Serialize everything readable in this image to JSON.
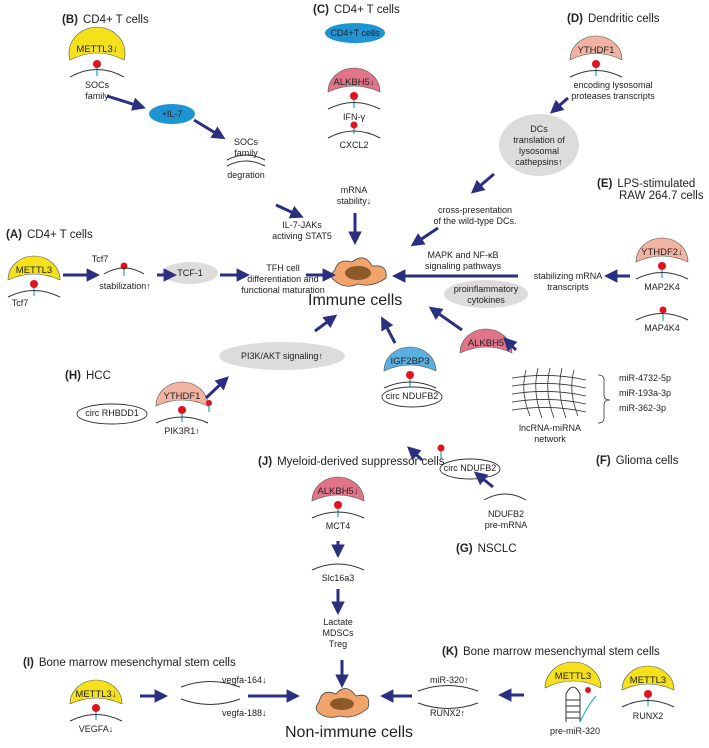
{
  "panels": {
    "A": {
      "letter": "(A)",
      "title": "CD4+ T cells",
      "enzyme": "METTL3",
      "target": "Tcf7",
      "gene": "Tcf7",
      "effect": "stabilization↑",
      "node": "TCF-1",
      "outcome_1": "TFH cell",
      "outcome_2": "differentiation and",
      "outcome_3": "functional maturation"
    },
    "B": {
      "letter": "(B)",
      "title": "CD4+ T cells",
      "enzyme": "METTL3↓",
      "target_1": "SOCs",
      "target_2": "family",
      "node": "+IL-7",
      "socs_1": "SOCs",
      "socs_2": "family",
      "socs_3": "degration",
      "outcome_1": "IL-7-JAKs",
      "outcome_2": "activing STAT5"
    },
    "C": {
      "letter": "(C)",
      "title": "CD4+ T cells",
      "cell": "CD4+T cells",
      "enzyme": "ALKBH5↓",
      "target_1": "IFN-γ",
      "target_2": "CXCL2",
      "outcome_1": "mRNA",
      "outcome_2": "stability↓"
    },
    "D": {
      "letter": "(D)",
      "title": "Dendritic cells",
      "enzyme": "YTHDF1",
      "target_1": "encoding lysosomal",
      "target_2": "proteases transcripts",
      "node_1": "DCs",
      "node_2": "translation of",
      "node_3": "lysosomal",
      "node_4": "cathepsins↑",
      "outcome_1": "cross-presentation",
      "outcome_2": "of the wild-type DCs."
    },
    "E": {
      "letter": "(E)",
      "title_1": "LPS-stimulated",
      "title_2": "RAW 264.7 cells",
      "enzyme": "YTHDF2↓",
      "target_1": "MAP2K4",
      "target_2": "MAP4K4",
      "effect_1": "stabilizing mRNA",
      "effect_2": "transcripts",
      "outcome_1": "MAPK and NF-κB",
      "outcome_2": "signaling pathways",
      "node_1": "proinflammatory",
      "node_2": "cytokines"
    },
    "F": {
      "letter": "(F)",
      "title": "Glioma cells",
      "enzyme": "ALKBH5",
      "mirnas": [
        "miR-4732-5p",
        "miR-193a-3p",
        "miR-362-3p"
      ],
      "network_1": "lncRNA-miRNA",
      "network_2": "network"
    },
    "G": {
      "letter": "(G)",
      "title": "NSCLC",
      "protein": "IGF2BP3",
      "circ_upper": "circ NDUFB2",
      "circ_lower": "circ NDUFB2",
      "pre_1": "NDUFB2",
      "pre_2": "pre-mRNA"
    },
    "H": {
      "letter": "(H)",
      "title": "HCC",
      "enzyme": "YTHDF1",
      "circ": "circ RHBDD1",
      "target": "PIK3R1↑",
      "node": "PI3K/AKT signaling↑"
    },
    "J": {
      "letter": "(J)",
      "title": "Myeloid-derived suppressor cells",
      "enzyme": "ALKBH5↓",
      "target": "MCT4",
      "gene": "Slc16a3",
      "outcome_1": "Lactate",
      "outcome_2": "MDSCs",
      "outcome_3": "Treg"
    },
    "I": {
      "letter": "(I)",
      "title": "Bone marrow mesenchymal stem cells",
      "enzyme": "METTL3↓",
      "target": "VEGFA↓",
      "iso_1": "vegfa-164↓",
      "iso_2": "vegfa-188↓"
    },
    "K": {
      "letter": "(K)",
      "title": "Bone marrow mesenchymal stem cells",
      "enzyme_1": "METTL3",
      "enzyme_2": "METTL3",
      "target_1": "pre-miR-320",
      "target_2": "RUNX2",
      "effect_1": "miR-320↑",
      "effect_2": "RUNX2↑"
    }
  },
  "center": {
    "immune": "Immune cells",
    "non_immune": "Non-immune cells"
  },
  "colors": {
    "writer": "#f5e11b",
    "reader": "#f2b3a2",
    "eraser": "#e0758a",
    "binder": "#5aaee0",
    "node_blue": "#1f94d2",
    "node_grey": "#dcdcdc",
    "arrow": "#2b2f80",
    "site": "#e0141e",
    "cell": "#f0a36b",
    "nucleus": "#8b5a2b"
  }
}
